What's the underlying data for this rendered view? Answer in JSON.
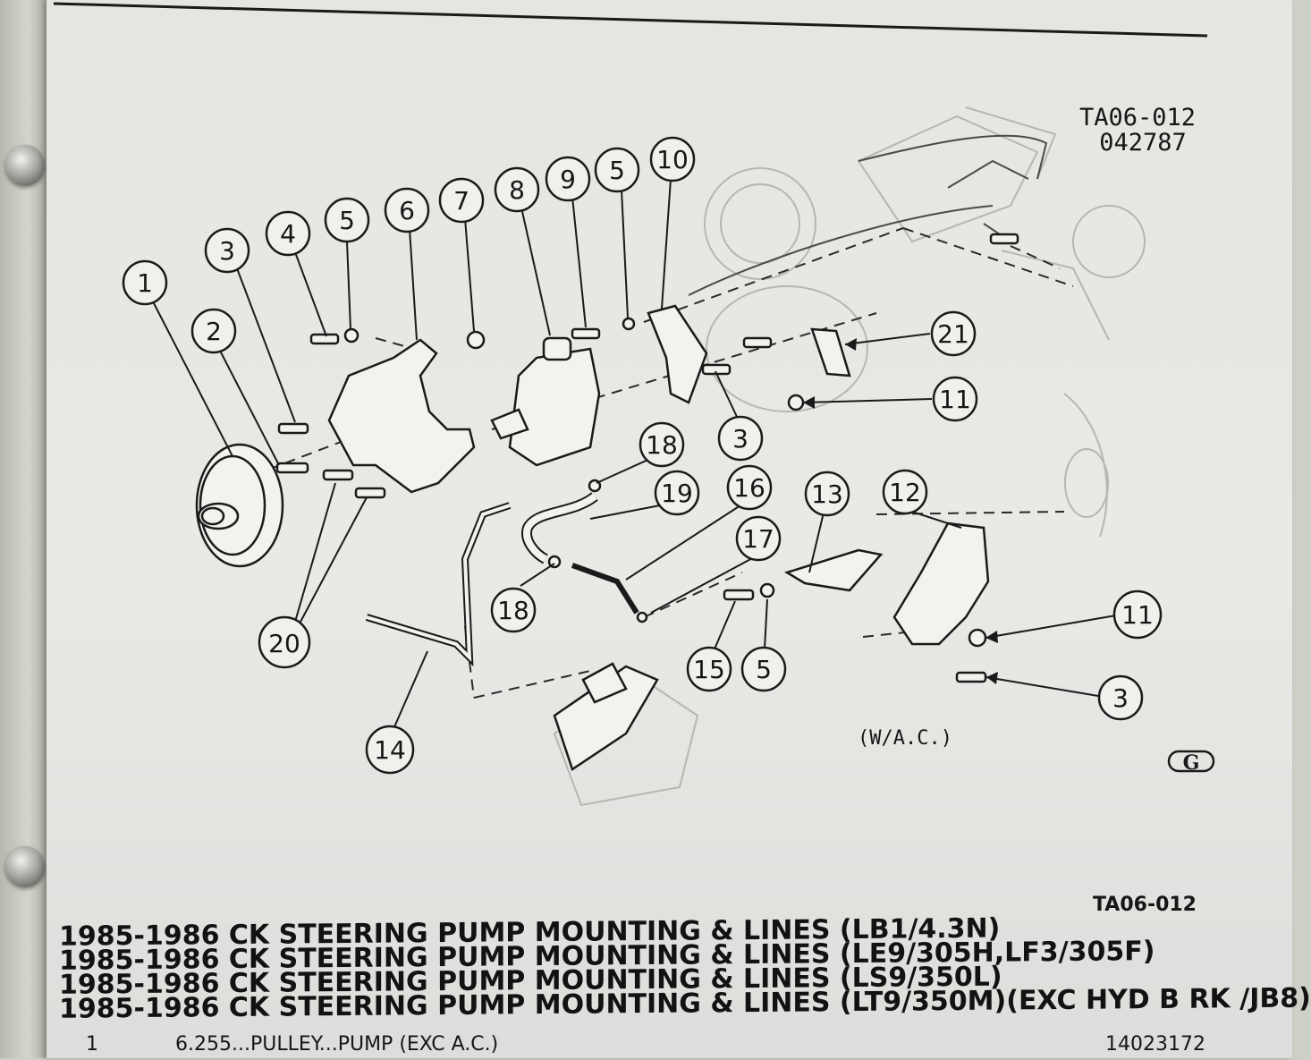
{
  "header": {
    "figure_code": "TA06-012",
    "date_code": "042787"
  },
  "callouts": [
    "1",
    "2",
    "3",
    "4",
    "5",
    "6",
    "7",
    "8",
    "9",
    "5",
    "10",
    "21",
    "11",
    "3",
    "18",
    "19",
    "16",
    "13",
    "12",
    "17",
    "18",
    "20",
    "15",
    "5",
    "11",
    "3",
    "14"
  ],
  "note": "(W/A.C.)",
  "logo_letter": "G",
  "footer_code": "TA06-012",
  "titles": [
    "1985-1986 CK STEERING PUMP MOUNTING & LINES (LB1/4.3N)",
    "1985-1986 CK STEERING PUMP MOUNTING & LINES (LE9/305H,LF3/305F)",
    "1985-1986 CK STEERING PUMP MOUNTING & LINES (LS9/350L)",
    "1985-1986 CK STEERING PUMP MOUNTING & LINES (LT9/350M)(EXC HYD B RK /JB8)"
  ],
  "part_row": {
    "item": "1",
    "description": "6.255...PULLEY...PUMP (EXC A.C.)",
    "part_number": "14023172"
  }
}
